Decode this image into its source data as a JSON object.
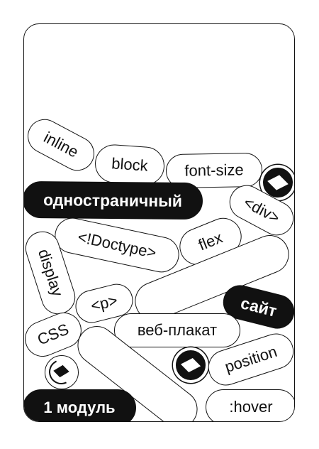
{
  "colors": {
    "ink": "#111111",
    "paper": "#ffffff"
  },
  "tags": {
    "inline": "inline",
    "block": "block",
    "font_size": "font-size",
    "single_page": "одностраничный",
    "div": "<div>",
    "doctype": "<!Doctype>",
    "flex": "flex",
    "display": "display",
    "p": "<p>",
    "site": "сайт",
    "css": "CSS",
    "web_poster": "веб-плакат",
    "position": "position",
    "module": "1 модуль",
    "hover": ":hover"
  },
  "icons": [
    "coin-icon",
    "coin-icon",
    "coin-icon"
  ]
}
